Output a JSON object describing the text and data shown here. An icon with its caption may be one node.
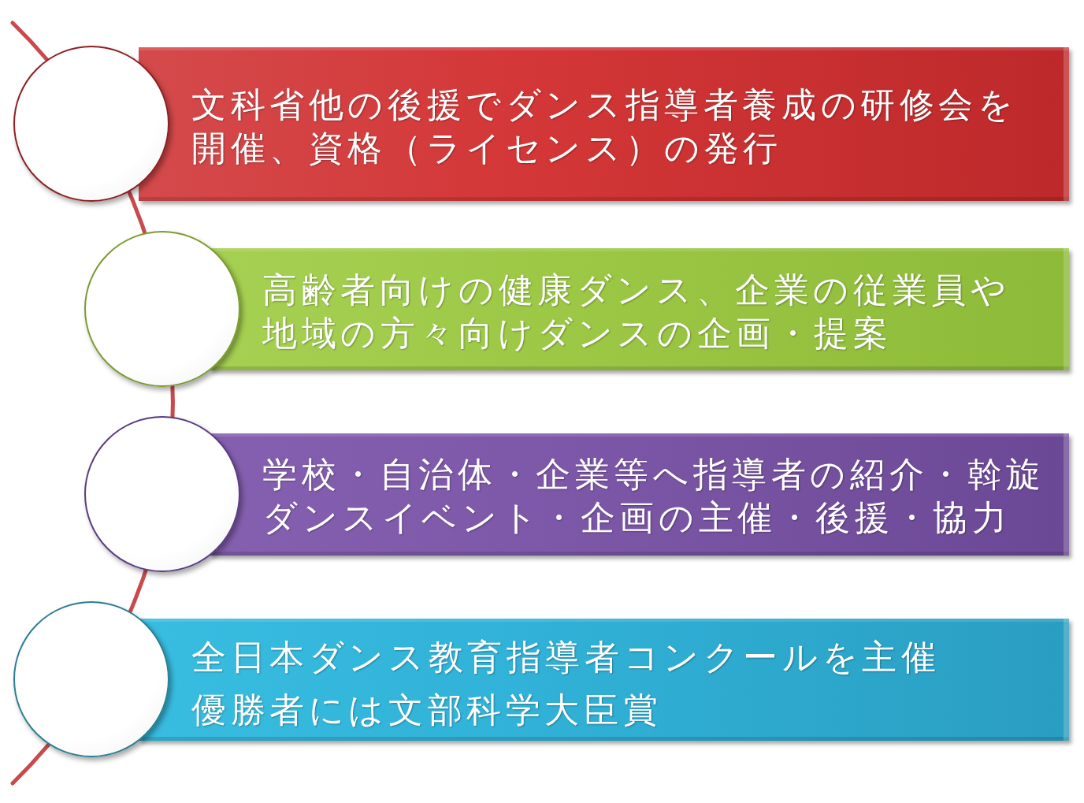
{
  "diagram": {
    "nodes": [
      {
        "text": [],
        "shape": "circle"
      },
      {
        "text": [
          "文科省他の後援でダンス指導者養成の研修会を開催、資格（ライセンス）の発行"
        ]
      },
      {
        "text": [],
        "shape": "circle"
      },
      {
        "text": [
          "高齢者向けの健康ダンス、企業の従業員や地域の方々向けダンスの企画・提案"
        ]
      },
      {
        "text": [],
        "shape": "circle"
      },
      {
        "text": [
          "学校・自治体・企業等へ指導者の紹介・斡旋",
          "ダンスイベント・企画の主催・後援・協力"
        ]
      },
      {
        "text": [],
        "shape": "circle"
      },
      {
        "text": [
          "全日本ダンス教育指導者コンクールを主催",
          "優勝者には文部科学大臣賞"
        ]
      }
    ]
  }
}
